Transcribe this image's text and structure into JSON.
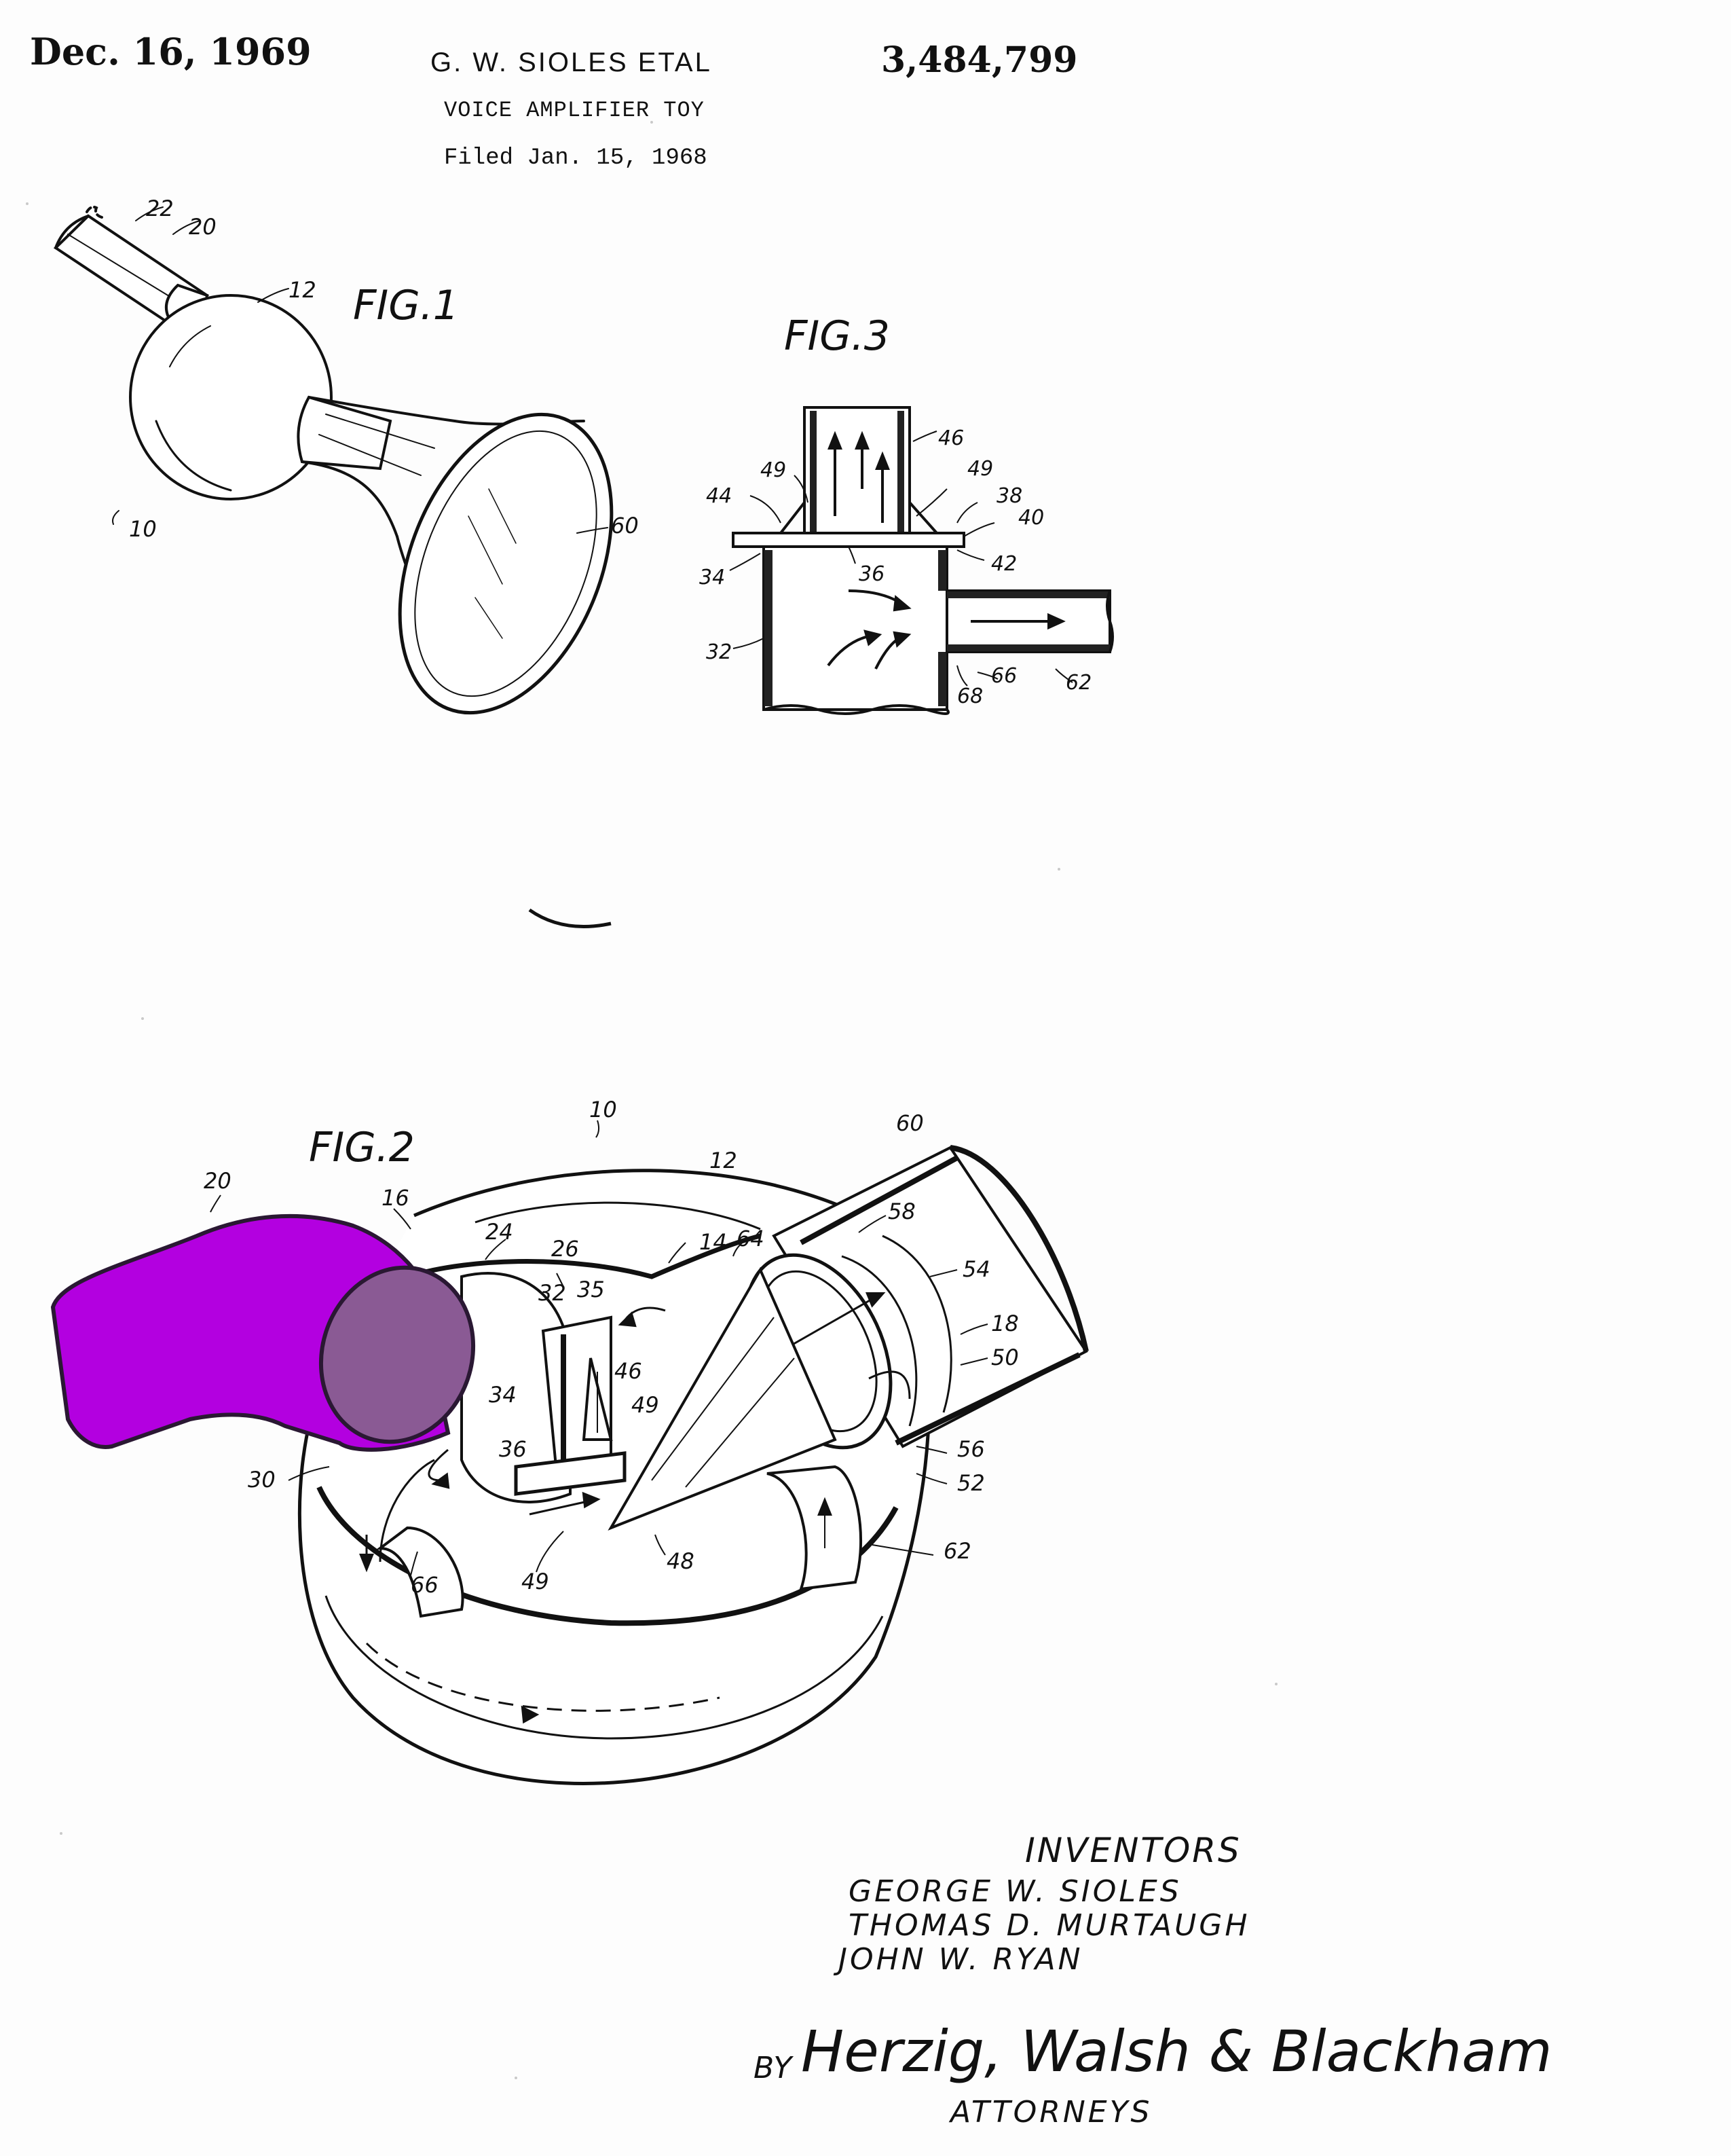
{
  "header": {
    "date": "Dec. 16, 1969",
    "inventor_line": "G. W. SIOLES ETAL",
    "patent_number": "3,484,799",
    "title": "VOICE AMPLIFIER TOY",
    "filed": "Filed Jan. 15, 1968"
  },
  "figures": {
    "fig1": {
      "label": "FIG.1",
      "refs": [
        "22",
        "20",
        "12",
        "10",
        "60"
      ]
    },
    "fig3": {
      "label": "FIG.3",
      "refs": [
        "46",
        "49",
        "49",
        "38",
        "40",
        "44",
        "42",
        "34",
        "36",
        "32",
        "66",
        "68",
        "62"
      ]
    },
    "fig2": {
      "label": "FIG.2",
      "refs": [
        "10",
        "12",
        "60",
        "20",
        "16",
        "24",
        "26",
        "14",
        "64",
        "58",
        "54",
        "32",
        "35",
        "18",
        "50",
        "34",
        "46",
        "49",
        "36",
        "56",
        "52",
        "30",
        "48",
        "62",
        "66",
        "49"
      ]
    }
  },
  "inventors": {
    "heading": "INVENTORS",
    "names": [
      "GEORGE W. SIOLES",
      "THOMAS D. MURTAUGH",
      "JOHN W. RYAN"
    ]
  },
  "attorneys": {
    "by": "BY",
    "signature": "Herzig, Walsh & Blackham",
    "label": "ATTORNEYS"
  },
  "colors": {
    "ink": "#111111",
    "highlight_fill": "#b300e0",
    "highlight_face": "#8a5a94"
  }
}
